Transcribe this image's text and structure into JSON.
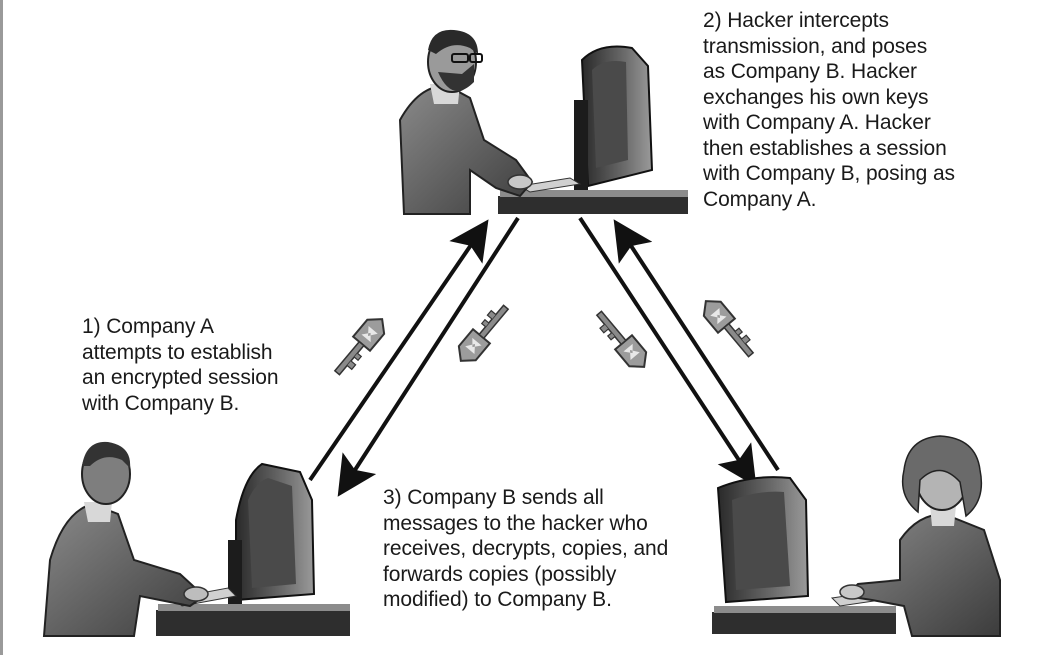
{
  "diagram": {
    "captions": {
      "hacker": [
        "2) Hacker intercepts",
        "transmission, and poses",
        "as Company B. Hacker",
        "exchanges his own keys",
        "with Company A. Hacker",
        "then establishes a session",
        "with Company B, posing as",
        "Company A."
      ],
      "company_a": [
        "1) Company A",
        "attempts to establish",
        "an encrypted session",
        "with Company B."
      ],
      "company_b": [
        "3) Company B sends all",
        "messages to the hacker who",
        "receives, decrypts, copies, and",
        "forwards copies (possibly",
        "modified) to Company B."
      ]
    },
    "icons": {
      "hacker": "person-at-computer-icon",
      "company_a": "person-at-computer-icon",
      "company_b": "person-at-computer-icon",
      "key": "key-icon"
    },
    "colors": {
      "arrow": "#111111",
      "figure_dark": "#3a3a3a",
      "figure_mid": "#7a7a7a",
      "figure_light": "#bdbdbd"
    }
  }
}
